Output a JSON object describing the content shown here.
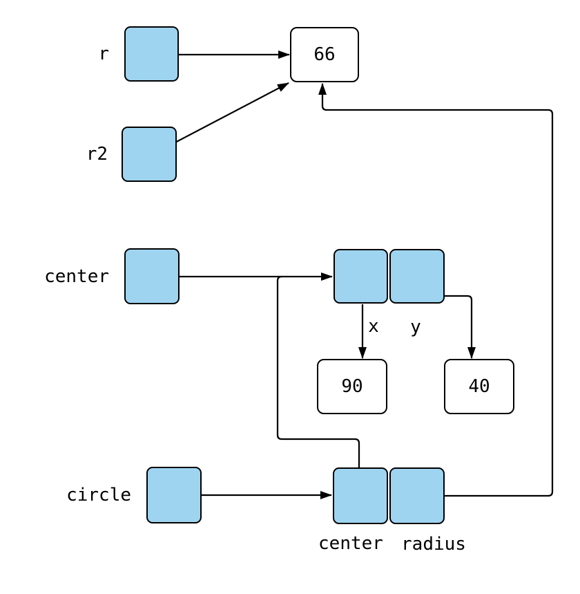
{
  "colors": {
    "cell_fill": "#9fd4f1",
    "value_fill": "#ffffff",
    "line": "#000000"
  },
  "labels": {
    "var_r": "r",
    "var_r2": "r2",
    "var_center": "center",
    "var_circle": "circle",
    "field_x": "x",
    "field_y": "y",
    "field_center": "center",
    "field_radius": "radius"
  },
  "values": {
    "number_66": "66",
    "number_90": "90",
    "number_40": "40"
  }
}
